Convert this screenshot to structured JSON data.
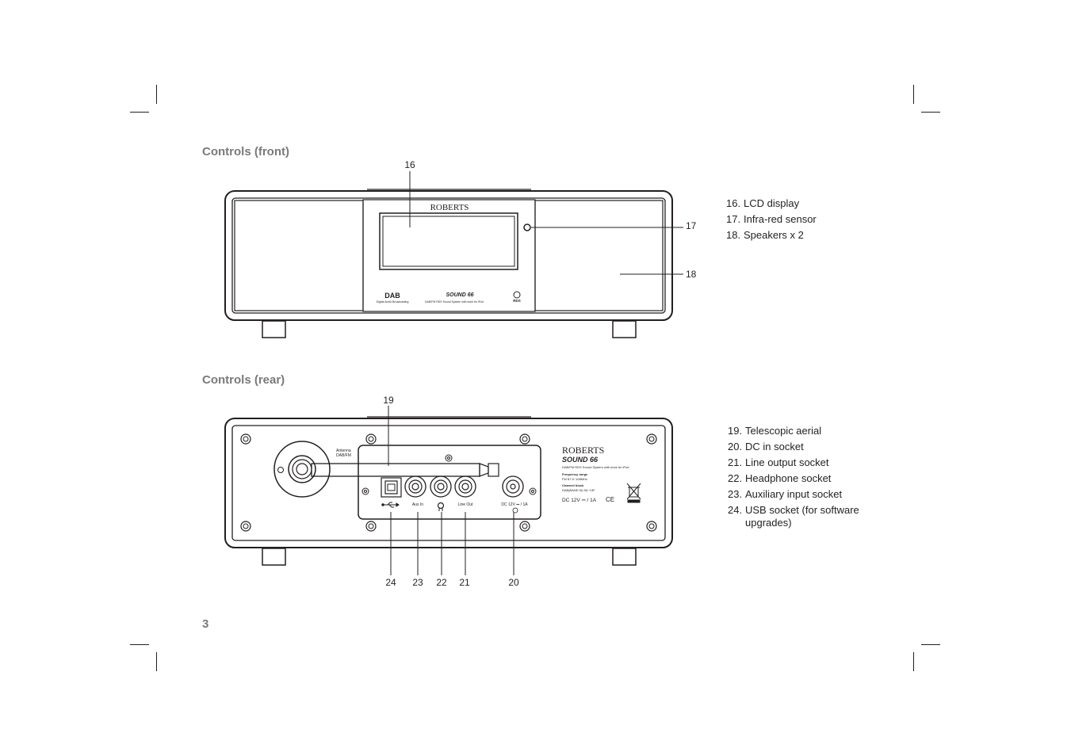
{
  "page_number": "3",
  "front": {
    "heading": "Controls (front)",
    "brand": "ROBERTS",
    "dab_logo": "DAB",
    "dab_sub": "Digital Audio Broadcasting",
    "model_logo": "SOUND 66",
    "model_sub": "DAB/FM RDS Sound System with dock for iPod",
    "rds_logo": "RDS",
    "callouts": {
      "lcd": "16",
      "ir": "17",
      "speakers": "18"
    },
    "legend": [
      {
        "num": "16.",
        "text": "LCD display"
      },
      {
        "num": "17.",
        "text": "Infra-red sensor"
      },
      {
        "num": "18.",
        "text": "Speakers x 2"
      }
    ]
  },
  "rear": {
    "heading": "Controls (rear)",
    "brand": "ROBERTS",
    "model_logo": "SOUND 66",
    "model_sub": "DAB/FM RDS Sound System with dock for iPod",
    "freq_title": "Frequency range",
    "freq_value": "FM 87.5~108MHz",
    "channel_title": "Channel block",
    "channel_value": "DAB(BAND III) 5A~13F",
    "dc_label": "DC 12V ⎓ / 1A",
    "ce_mark": "CE",
    "antenna_label_1": "Antenna",
    "antenna_label_2": "DAB/FM",
    "aux_label": "Aux In",
    "line_label": "Line Out",
    "dc_socket_label": "DC 12V ⎓ / 1A",
    "callouts": {
      "aerial": "19",
      "dc": "20",
      "line": "21",
      "headphone": "22",
      "aux": "23",
      "usb": "24"
    },
    "legend": [
      {
        "num": "19.",
        "text": "Telescopic aerial"
      },
      {
        "num": "20.",
        "text": "DC in socket"
      },
      {
        "num": "21.",
        "text": "Line output socket"
      },
      {
        "num": "22.",
        "text": "Headphone socket"
      },
      {
        "num": "23.",
        "text": "Auxiliary input socket"
      },
      {
        "num": "24.",
        "text": "USB socket (for software upgrades)"
      }
    ]
  }
}
